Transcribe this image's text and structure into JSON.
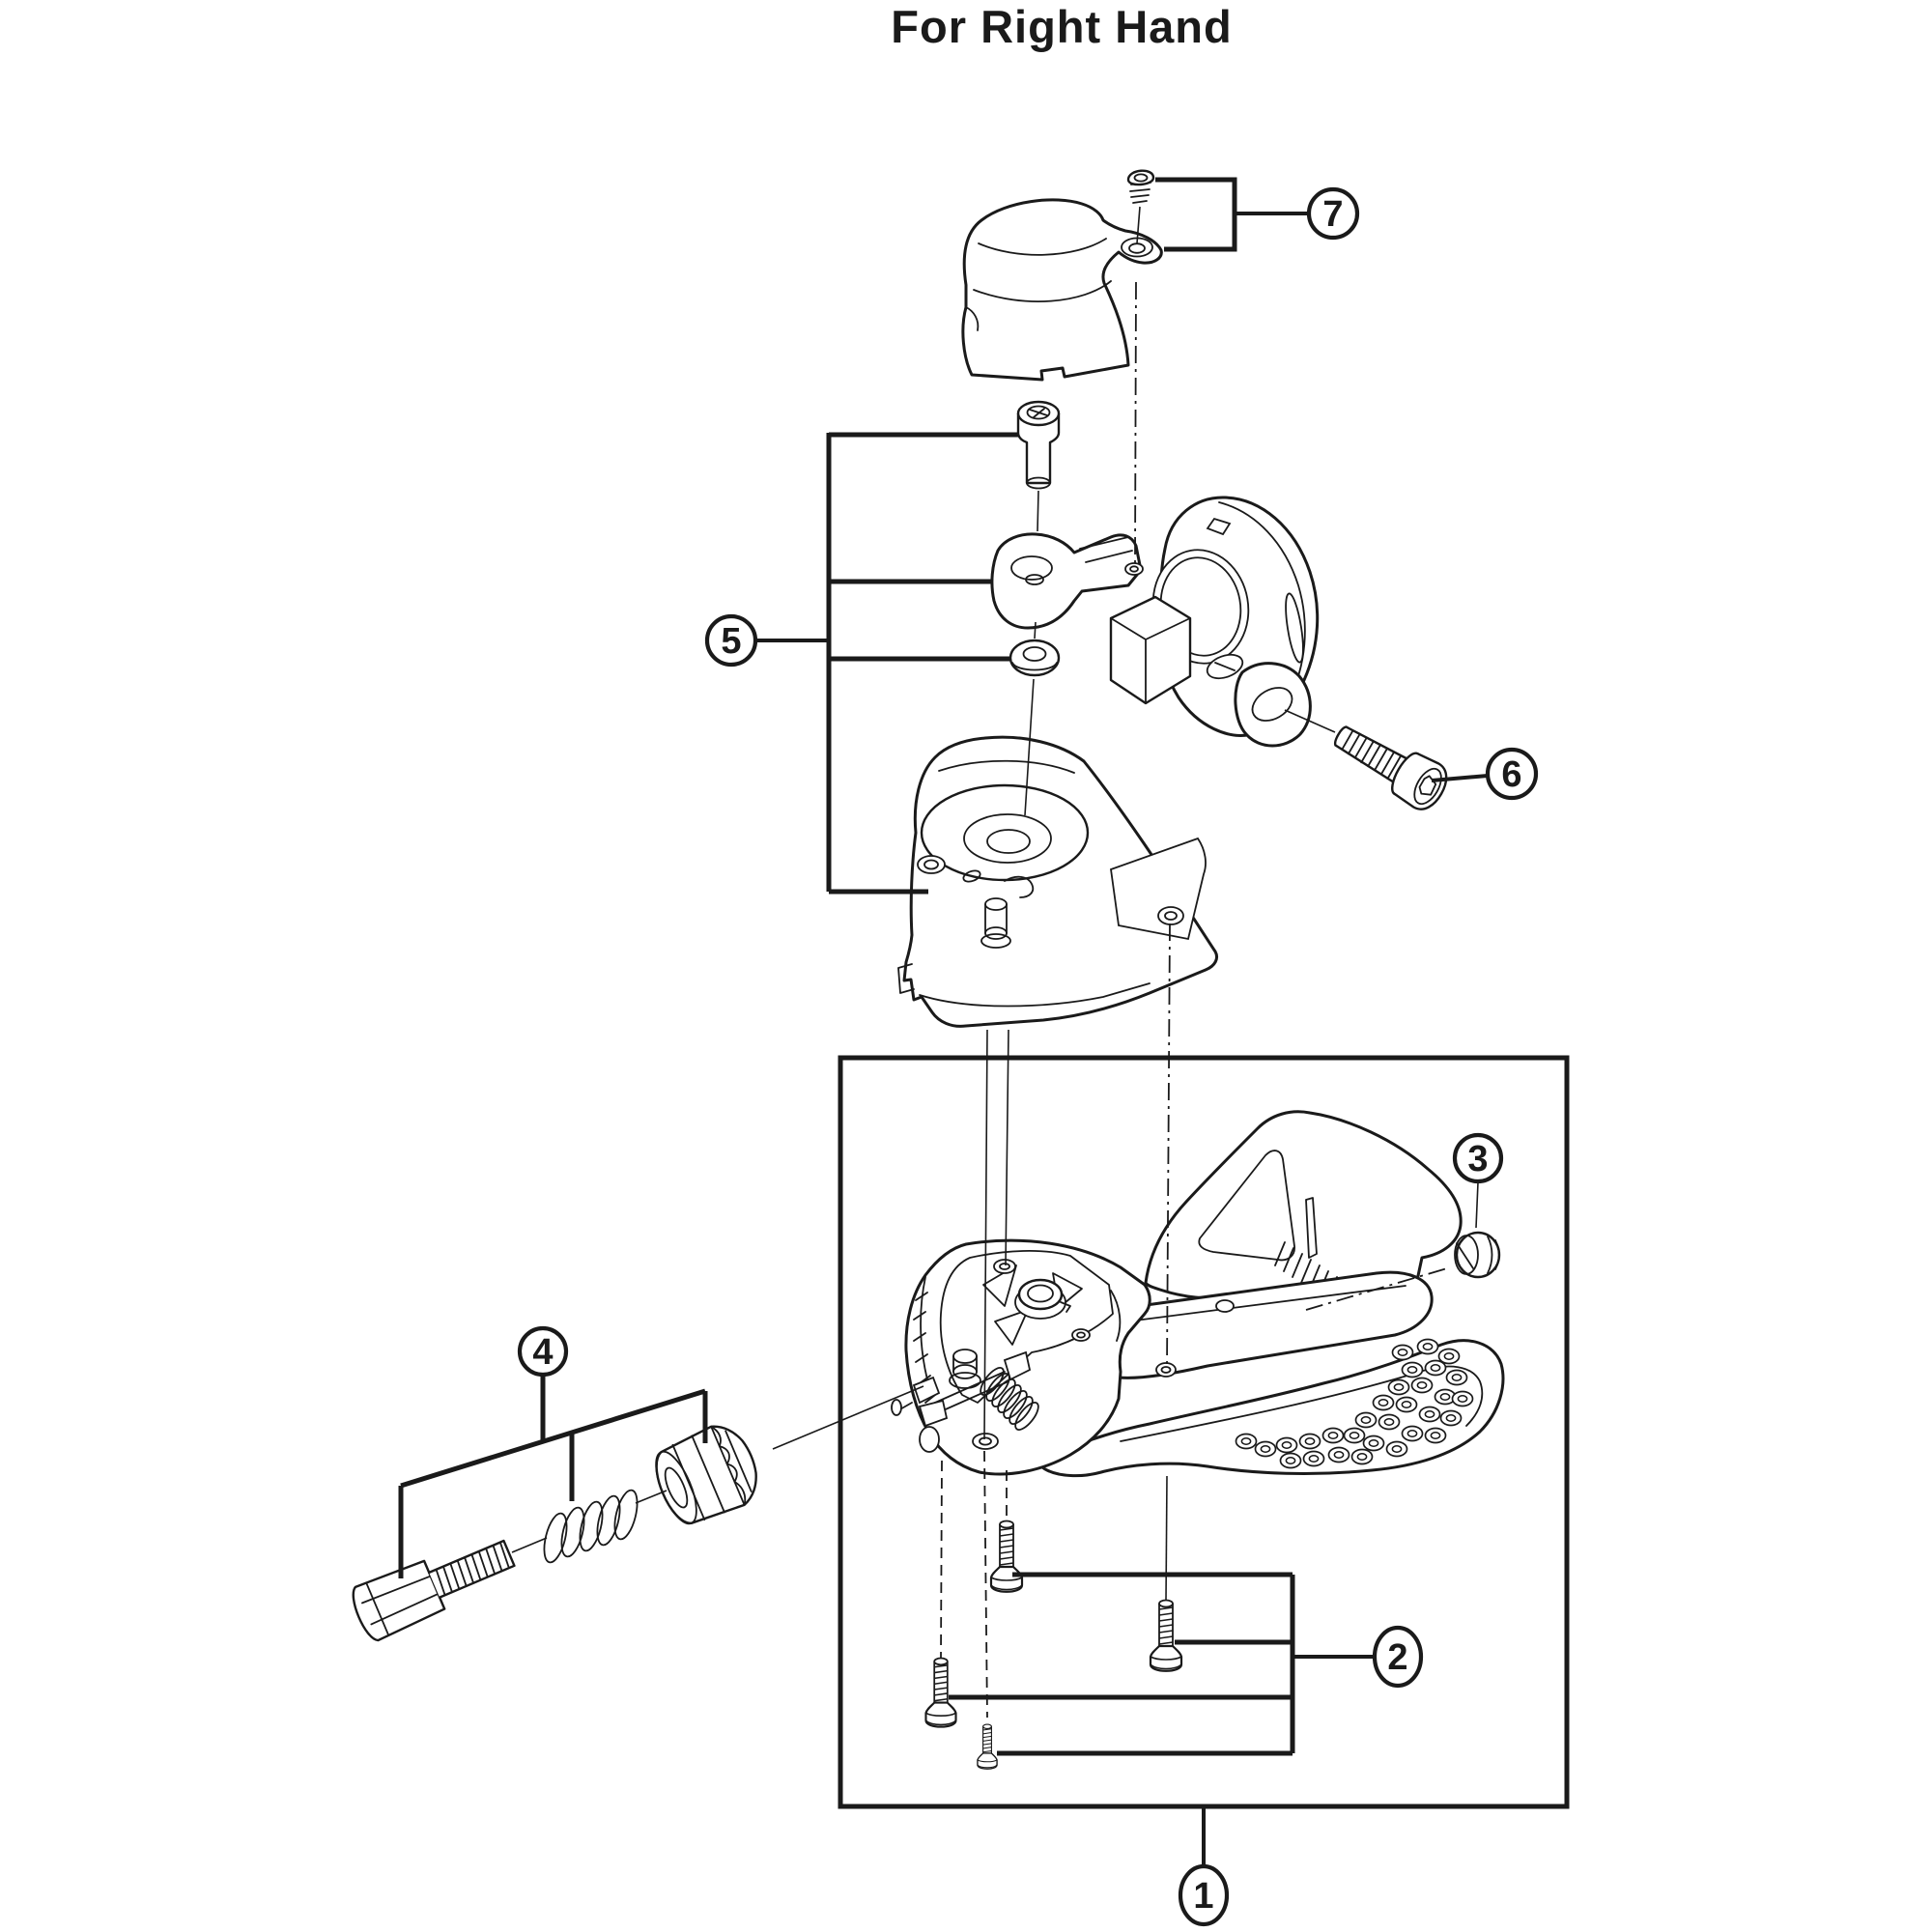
{
  "title": "For Right Hand",
  "diagram": {
    "kind": "exploded-parts-diagram",
    "subject": "right-hand shift lever assembly",
    "style": "black line art on white"
  },
  "callouts": [
    {
      "number": "1",
      "part": "shift-lever-main-unit-box"
    },
    {
      "number": "2",
      "part": "unit-fixing-screws"
    },
    {
      "number": "3",
      "part": "lever-end-cap"
    },
    {
      "number": "4",
      "part": "cable-adjusting-bolt-spring-barrel-group"
    },
    {
      "number": "5",
      "part": "bracket-bolt-washer-cover-group"
    },
    {
      "number": "6",
      "part": "clamp-band-bolt"
    },
    {
      "number": "7",
      "part": "cover-fixing-screw"
    }
  ],
  "colors": {
    "line": "#1a1a1a",
    "background": "#ffffff"
  }
}
